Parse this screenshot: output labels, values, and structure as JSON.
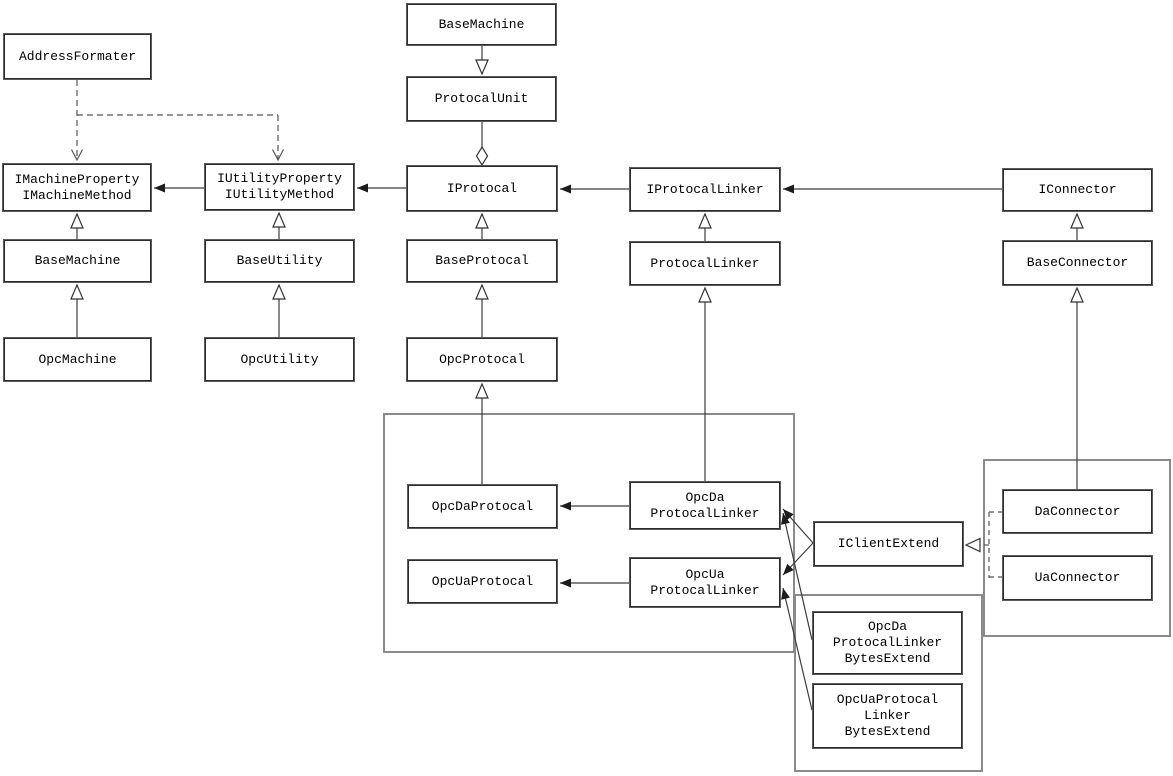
{
  "diagram": {
    "kind": "uml-class-diagram",
    "colors": {
      "background": "#ffffff",
      "box_border": "#4f4f4f",
      "group_border": "#8a8a8a",
      "line": "#3c3c3c",
      "text": "#000000"
    },
    "nodes": {
      "address_formater": {
        "lines": [
          "AddressFormater"
        ]
      },
      "i_machine": {
        "lines": [
          "IMachineProperty",
          "IMachineMethod"
        ]
      },
      "i_utility": {
        "lines": [
          "IUtilityProperty",
          "IUtilityMethod"
        ]
      },
      "base_machine_left": {
        "lines": [
          "BaseMachine"
        ]
      },
      "opc_machine": {
        "lines": [
          "OpcMachine"
        ]
      },
      "base_utility": {
        "lines": [
          "BaseUtility"
        ]
      },
      "opc_utility": {
        "lines": [
          "OpcUtility"
        ]
      },
      "base_machine_top": {
        "lines": [
          "BaseMachine"
        ]
      },
      "protocal_unit": {
        "lines": [
          "ProtocalUnit"
        ]
      },
      "i_protocal": {
        "lines": [
          "IProtocal"
        ]
      },
      "i_protocal_linker": {
        "lines": [
          "IProtocalLinker"
        ]
      },
      "i_connector": {
        "lines": [
          "IConnector"
        ]
      },
      "base_protocal": {
        "lines": [
          "BaseProtocal"
        ]
      },
      "protocal_linker": {
        "lines": [
          "ProtocalLinker"
        ]
      },
      "opc_protocal": {
        "lines": [
          "OpcProtocal"
        ]
      },
      "base_connector": {
        "lines": [
          "BaseConnector"
        ]
      },
      "opc_da_protocal": {
        "lines": [
          "OpcDaProtocal"
        ]
      },
      "opc_ua_protocal": {
        "lines": [
          "OpcUaProtocal"
        ]
      },
      "opc_da_protocal_linker": {
        "lines": [
          "OpcDa",
          "ProtocalLinker"
        ]
      },
      "opc_ua_protocal_linker": {
        "lines": [
          "OpcUa",
          "ProtocalLinker"
        ]
      },
      "i_client_extend": {
        "lines": [
          "IClientExtend"
        ]
      },
      "da_connector": {
        "lines": [
          "DaConnector"
        ]
      },
      "ua_connector": {
        "lines": [
          "UaConnector"
        ]
      },
      "opc_da_linker_bytes": {
        "lines": [
          "OpcDa",
          "ProtocalLinker",
          "BytesExtend"
        ]
      },
      "opc_ua_linker_bytes": {
        "lines": [
          "OpcUaProtocal",
          "Linker",
          "BytesExtend"
        ]
      }
    },
    "edges": [
      {
        "source": "AddressFormater",
        "target": "IMachineProperty/IMachineMethod",
        "style": "dashed",
        "head": "open-arrow"
      },
      {
        "source": "AddressFormater",
        "target": "IUtilityProperty/IUtilityMethod",
        "style": "dashed",
        "head": "open-arrow"
      },
      {
        "source": "IUtilityProperty/IUtilityMethod",
        "target": "IMachineProperty/IMachineMethod",
        "style": "solid",
        "head": "filled-arrow"
      },
      {
        "source": "IProtocal",
        "target": "IUtilityProperty/IUtilityMethod",
        "style": "solid",
        "head": "filled-arrow"
      },
      {
        "source": "IProtocalLinker",
        "target": "IProtocal",
        "style": "solid",
        "head": "filled-arrow"
      },
      {
        "source": "IConnector",
        "target": "IProtocalLinker",
        "style": "solid",
        "head": "filled-arrow"
      },
      {
        "source": "BaseMachine",
        "target": "IMachineProperty/IMachineMethod",
        "style": "solid",
        "head": "hollow-triangle"
      },
      {
        "source": "OpcMachine",
        "target": "BaseMachine",
        "style": "solid",
        "head": "hollow-triangle"
      },
      {
        "source": "BaseUtility",
        "target": "IUtilityProperty/IUtilityMethod",
        "style": "solid",
        "head": "hollow-triangle"
      },
      {
        "source": "OpcUtility",
        "target": "BaseUtility",
        "style": "solid",
        "head": "hollow-triangle"
      },
      {
        "source": "BaseMachine",
        "target": "ProtocalUnit",
        "style": "solid",
        "head": "hollow-triangle"
      },
      {
        "source": "ProtocalUnit",
        "target": "IProtocal",
        "style": "solid",
        "head": "hollow-diamond"
      },
      {
        "source": "BaseProtocal",
        "target": "IProtocal",
        "style": "solid",
        "head": "hollow-triangle"
      },
      {
        "source": "OpcProtocal",
        "target": "BaseProtocal",
        "style": "solid",
        "head": "hollow-triangle"
      },
      {
        "source": "OpcDaProtocal",
        "target": "OpcProtocal",
        "style": "solid",
        "head": "hollow-triangle"
      },
      {
        "source": "ProtocalLinker",
        "target": "IProtocalLinker",
        "style": "solid",
        "head": "hollow-triangle"
      },
      {
        "source": "OpcDa ProtocalLinker",
        "target": "ProtocalLinker",
        "style": "solid",
        "head": "hollow-triangle"
      },
      {
        "source": "BaseConnector",
        "target": "IConnector",
        "style": "solid",
        "head": "hollow-triangle"
      },
      {
        "source": "DaConnector",
        "target": "BaseConnector",
        "style": "solid",
        "head": "hollow-triangle"
      },
      {
        "source": "OpcDa ProtocalLinker",
        "target": "OpcDaProtocal",
        "style": "solid",
        "head": "filled-arrow"
      },
      {
        "source": "OpcUa ProtocalLinker",
        "target": "OpcUaProtocal",
        "style": "solid",
        "head": "filled-arrow"
      },
      {
        "source": "IClientExtend",
        "target": "OpcDa ProtocalLinker",
        "style": "solid",
        "head": "filled-arrow"
      },
      {
        "source": "IClientExtend",
        "target": "OpcUa ProtocalLinker",
        "style": "solid",
        "head": "filled-arrow"
      },
      {
        "source": "OpcDa ProtocalLinker BytesExtend",
        "target": "OpcDa ProtocalLinker",
        "style": "solid",
        "head": "filled-arrow"
      },
      {
        "source": "OpcUaProtocal Linker BytesExtend",
        "target": "OpcUa ProtocalLinker",
        "style": "solid",
        "head": "filled-arrow"
      },
      {
        "source": "DaConnector",
        "target": "IClientExtend",
        "style": "dashed",
        "head": "hollow-triangle"
      },
      {
        "source": "UaConnector",
        "target": "IClientExtend",
        "style": "dashed",
        "head": "hollow-triangle"
      }
    ],
    "groups": [
      {
        "name": "protocal-group",
        "members": [
          "OpcDaProtocal",
          "OpcUaProtocal",
          "OpcDa ProtocalLinker",
          "OpcUa ProtocalLinker"
        ]
      },
      {
        "name": "connector-group",
        "members": [
          "DaConnector",
          "UaConnector"
        ]
      },
      {
        "name": "bytes-extend-group",
        "members": [
          "OpcDa ProtocalLinker BytesExtend",
          "OpcUaProtocal Linker BytesExtend"
        ]
      }
    ]
  }
}
